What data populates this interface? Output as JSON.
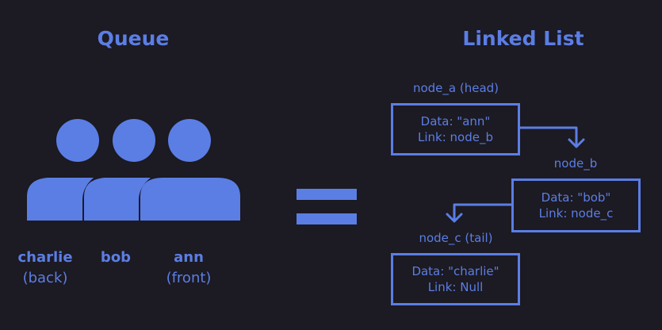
{
  "colors": {
    "background": "#1c1a22",
    "accent": "#5b7ee5"
  },
  "queue": {
    "title": "Queue",
    "people": [
      {
        "name": "charlie",
        "position": "(back)"
      },
      {
        "name": "bob",
        "position": ""
      },
      {
        "name": "ann",
        "position": "(front)"
      }
    ]
  },
  "equals_icon": "equals-sign",
  "linked_list": {
    "title": "Linked List",
    "nodes": [
      {
        "label": "node_a (head)",
        "data": "Data: \"ann\"",
        "link": "Link: node_b"
      },
      {
        "label": "node_b",
        "data": "Data: \"bob\"",
        "link": "Link: node_c"
      },
      {
        "label": "node_c (tail)",
        "data": "Data: \"charlie\"",
        "link": "Link: Null"
      }
    ]
  }
}
